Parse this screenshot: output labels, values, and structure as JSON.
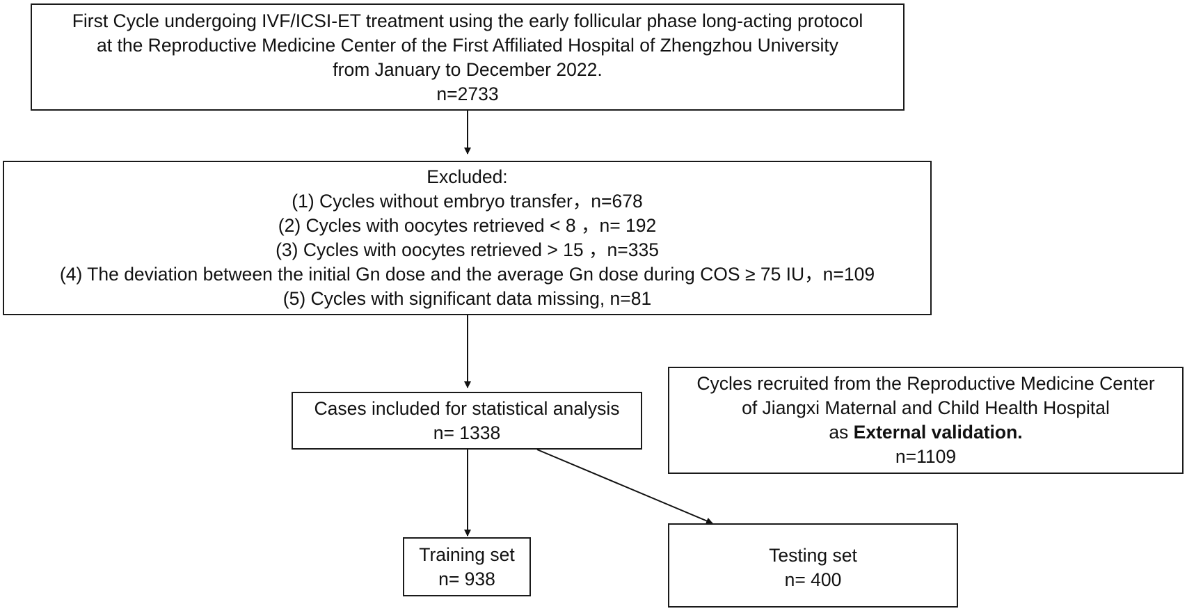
{
  "boxes": {
    "cohort": {
      "lines": [
        "First Cycle undergoing IVF/ICSI-ET treatment using the early follicular phase long-acting protocol",
        "at the Reproductive Medicine Center of the First Affiliated Hospital of Zhengzhou University",
        "from January to December 2022.",
        "n=2733"
      ]
    },
    "excluded": {
      "lines": [
        "Excluded:",
        "(1) Cycles without embryo transfer，n=678",
        "(2) Cycles with oocytes retrieved < 8 ，n= 192",
        "(3) Cycles with oocytes retrieved > 15 ，n=335",
        "(4) The deviation between the initial Gn dose and the average Gn dose during  COS ≥ 75 IU，n=109",
        "(5) Cycles with significant data missing, n=81"
      ]
    },
    "included": {
      "lines": [
        "Cases included for statistical analysis",
        "n= 1338"
      ]
    },
    "external": {
      "line1": "Cycles recruited from the Reproductive Medicine Center",
      "line2": "of Jiangxi Maternal and Child Health Hospital",
      "line3_prefix": "as ",
      "line3_bold": "External validation.",
      "line4": "n=1109"
    },
    "training": {
      "lines": [
        "Training set",
        "n= 938"
      ]
    },
    "testing": {
      "lines": [
        "Testing set",
        "n= 400"
      ]
    }
  }
}
